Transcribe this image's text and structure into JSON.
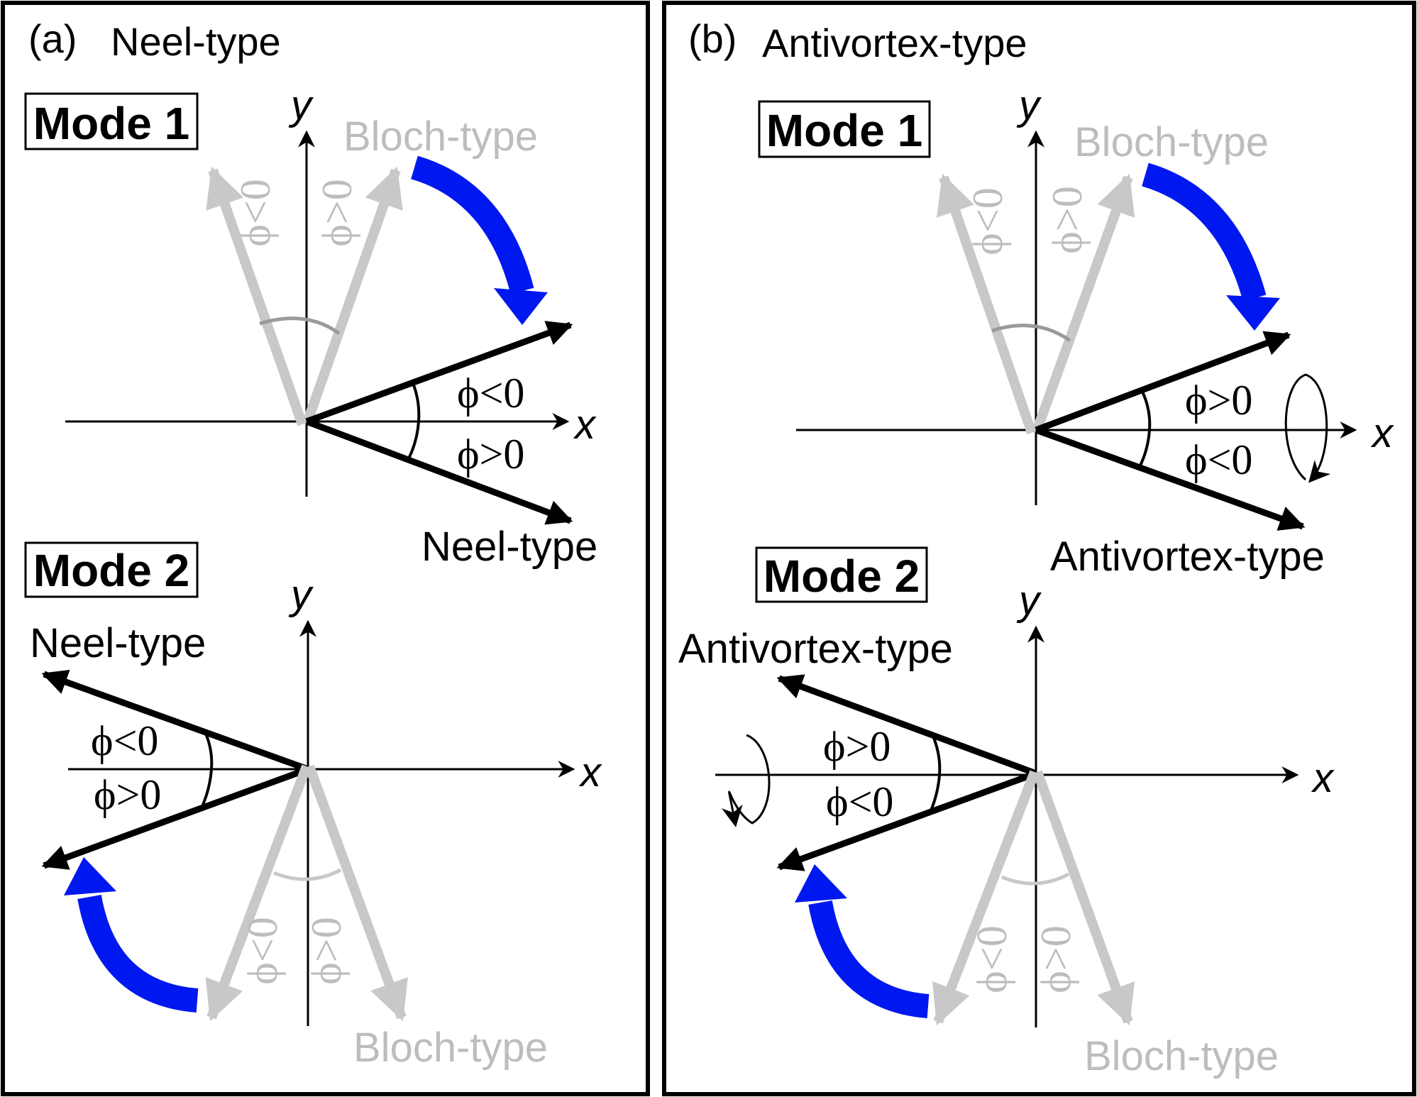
{
  "colors": {
    "ink": "#000000",
    "bloch_gray": "#c8c8c8",
    "bloch_text": "#bdbdbd",
    "arc_gray": "#9a9a9a",
    "rotation_blue": "#0018f0"
  },
  "panels": [
    {
      "tag": "(a)",
      "title": "Neel-type",
      "modes": [
        {
          "mode_label": "Mode 1",
          "x_axis": "x",
          "y_axis": "y",
          "bloch_label": "Bloch-type",
          "bloch_left_condition": "ϕ<0",
          "bloch_right_condition": "ϕ>0",
          "upper_angle": "ϕ<0",
          "lower_angle": "ϕ>0",
          "result_label": "Neel-type"
        },
        {
          "mode_label": "Mode 2",
          "x_axis": "x",
          "y_axis": "y",
          "bloch_label": "Bloch-type",
          "bloch_left_condition": "ϕ<0",
          "bloch_right_condition": "ϕ>0",
          "upper_angle": "ϕ<0",
          "lower_angle": "ϕ>0",
          "result_label": "Neel-type"
        }
      ]
    },
    {
      "tag": "(b)",
      "title": "Antivortex-type",
      "modes": [
        {
          "mode_label": "Mode 1",
          "x_axis": "x",
          "y_axis": "y",
          "bloch_label": "Bloch-type",
          "bloch_left_condition": "ϕ<0",
          "bloch_right_condition": "ϕ>0",
          "upper_angle": "ϕ>0",
          "lower_angle": "ϕ<0",
          "result_label": "Antivortex-type"
        },
        {
          "mode_label": "Mode 2",
          "x_axis": "x",
          "y_axis": "y",
          "bloch_label": "Bloch-type",
          "bloch_left_condition": "ϕ<0",
          "bloch_right_condition": "ϕ>0",
          "upper_angle": "ϕ>0",
          "lower_angle": "ϕ<0",
          "result_label": "Antivortex-type"
        }
      ]
    }
  ]
}
